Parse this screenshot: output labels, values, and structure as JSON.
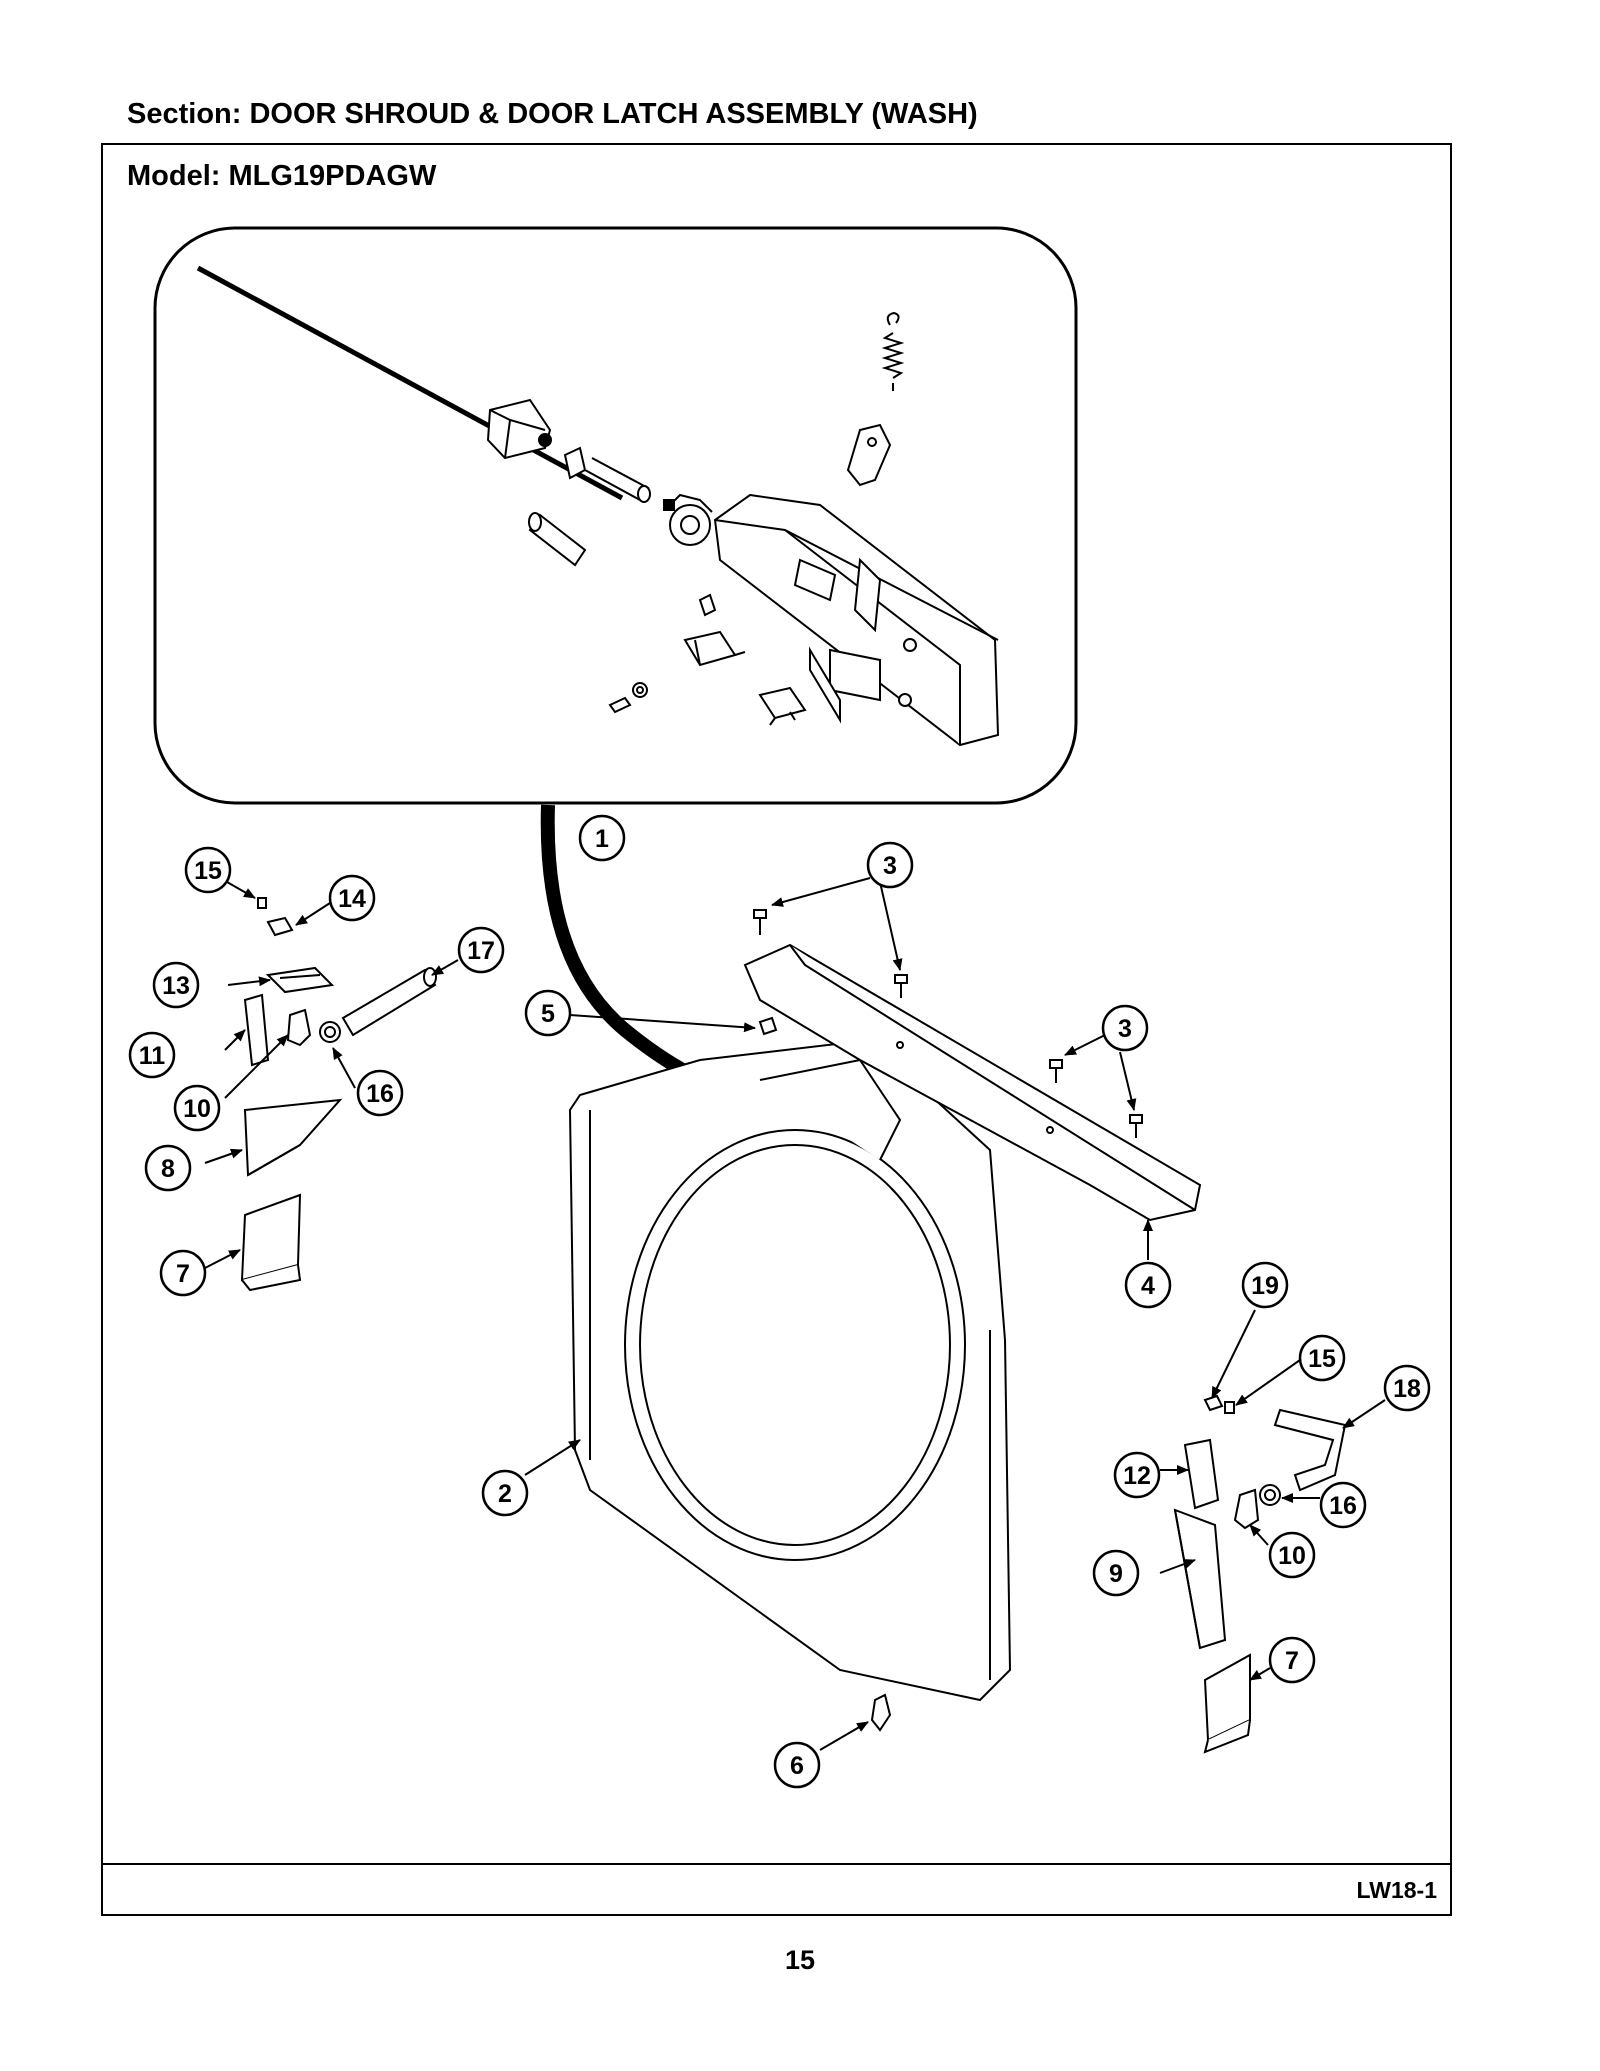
{
  "header": {
    "section": "Section:  DOOR SHROUD & DOOR LATCH ASSEMBLY (WASH)",
    "model": "Model:  MLG19PDAGW"
  },
  "footer": {
    "ref_code": "LW18-1",
    "page_number": "15"
  },
  "callouts": [
    {
      "id": "c1",
      "num": "1"
    },
    {
      "id": "c2",
      "num": "2"
    },
    {
      "id": "c3a",
      "num": "3"
    },
    {
      "id": "c3b",
      "num": "3"
    },
    {
      "id": "c4",
      "num": "4"
    },
    {
      "id": "c5",
      "num": "5"
    },
    {
      "id": "c6",
      "num": "6"
    },
    {
      "id": "c7a",
      "num": "7"
    },
    {
      "id": "c7b",
      "num": "7"
    },
    {
      "id": "c8",
      "num": "8"
    },
    {
      "id": "c9",
      "num": "9"
    },
    {
      "id": "c10a",
      "num": "10"
    },
    {
      "id": "c10b",
      "num": "10"
    },
    {
      "id": "c11",
      "num": "11"
    },
    {
      "id": "c12",
      "num": "12"
    },
    {
      "id": "c13",
      "num": "13"
    },
    {
      "id": "c14",
      "num": "14"
    },
    {
      "id": "c15a",
      "num": "15"
    },
    {
      "id": "c15b",
      "num": "15"
    },
    {
      "id": "c16a",
      "num": "16"
    },
    {
      "id": "c16b",
      "num": "16"
    },
    {
      "id": "c17",
      "num": "17"
    },
    {
      "id": "c18",
      "num": "18"
    },
    {
      "id": "c19",
      "num": "19"
    }
  ]
}
